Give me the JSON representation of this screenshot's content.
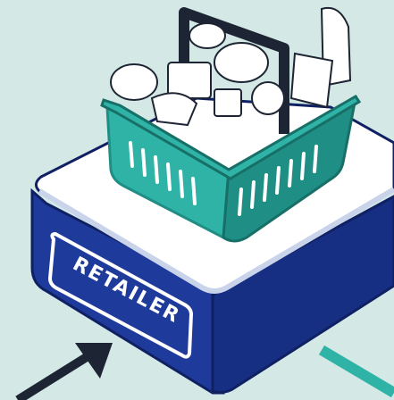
{
  "platform": {
    "sign_label": "RETAILER",
    "colors": {
      "top": "#ffffff",
      "side": "#1e3a9a",
      "side_dark": "#172f83",
      "edge": "#0f2063"
    }
  },
  "basket": {
    "colors": {
      "body": "#2fb3a6",
      "body_dark": "#1f8e84",
      "handle": "#1d2433"
    }
  },
  "arrows": [
    {
      "name": "inbound-arrow",
      "color": "#1d2433"
    },
    {
      "name": "outbound-line",
      "color": "#2fb3a6"
    }
  ],
  "background": "#d4e9e6"
}
